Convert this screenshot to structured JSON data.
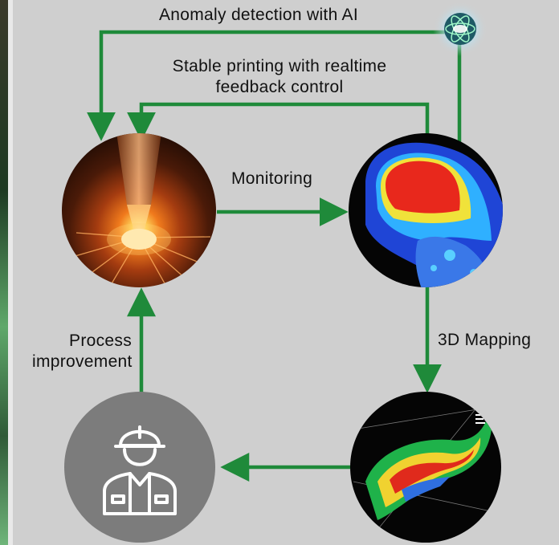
{
  "labels": {
    "anomaly": "Anomaly detection with AI",
    "stable_line1": "Stable printing with realtime",
    "stable_line2": "feedback control",
    "monitoring": "Monitoring",
    "mapping": "3D Mapping",
    "process_line1": "Process",
    "process_line2": "improvement"
  },
  "nodes": [
    {
      "id": "melt-pool-image",
      "kind": "photo",
      "subject": "laser melt pool"
    },
    {
      "id": "thermal-image",
      "kind": "photo",
      "subject": "thermal heat map"
    },
    {
      "id": "map-3d-image",
      "kind": "photo",
      "subject": "3D defect map"
    },
    {
      "id": "worker-node",
      "kind": "icon",
      "subject": "worker-with-hard-hat-icon"
    },
    {
      "id": "ai-orb",
      "kind": "icon",
      "subject": "ai-orb-icon"
    }
  ],
  "colors": {
    "background": "#cfcfcf",
    "arrow": "#1f8a3a",
    "worker_circle": "#7c7c7c",
    "text": "#111111"
  }
}
